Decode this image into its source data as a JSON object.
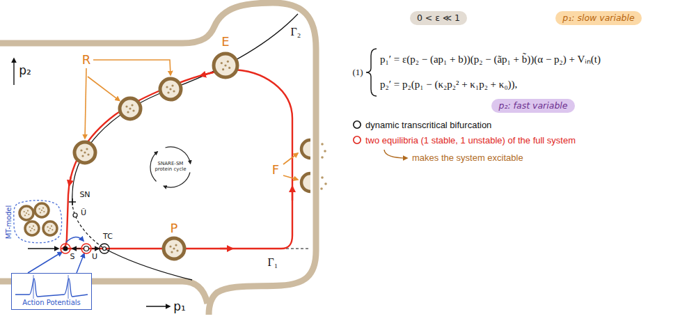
{
  "diagram": {
    "nodes": [
      {
        "text": [
          "Action Potentials"
        ]
      },
      {
        "text": [
          "MT-model"
        ]
      },
      {
        "text": [
          "SNARE-SM protein cycle"
        ]
      },
      {
        "text": [
          "0 < ε ≪ 1"
        ]
      },
      {
        "text": [
          "p₁: slow variable"
        ]
      },
      {
        "text": [
          "p₂: fast variable"
        ]
      }
    ],
    "labels": [
      "p₂",
      "R",
      "E",
      "Γ₂",
      "SN",
      "Ũ",
      "S",
      "U",
      "TC",
      "P",
      "F",
      "Γ₁",
      "p₁",
      "(1)",
      "p₁′ = ε(p₂ − (ap₁ + b))(p₂ − (ãp₁ + b̃))(α − p₂) + Vᵢₙ(t)",
      "p₂′ = p₂(p₁ − (κ₂p₂² + κ₁p₂ + κ₀)),",
      "makes the system excitable"
    ],
    "legend": [
      {
        "text": "dynamic transcritical bifurcation"
      },
      {
        "text": "two equilibria (1 stable, 1 unstable) of the full system"
      }
    ]
  }
}
